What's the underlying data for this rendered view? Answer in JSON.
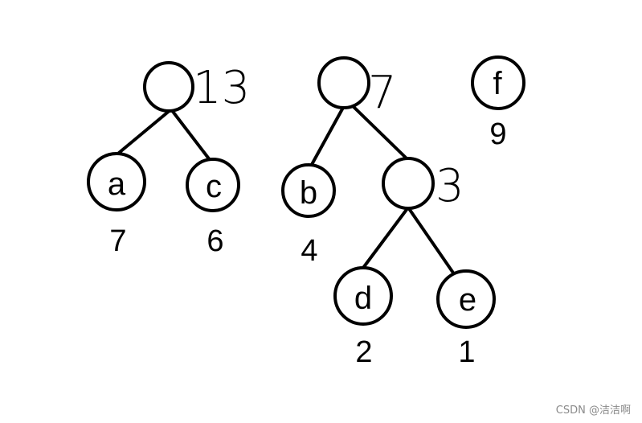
{
  "tree_13": {
    "root_weight": "13",
    "left_leaf": {
      "label": "a",
      "weight": "7"
    },
    "right_leaf": {
      "label": "c",
      "weight": "6"
    }
  },
  "tree_7": {
    "root_weight": "7",
    "left_leaf": {
      "label": "b",
      "weight": "4"
    },
    "inner_node": {
      "weight": "3",
      "left_leaf": {
        "label": "d",
        "weight": "2"
      },
      "right_leaf": {
        "label": "e",
        "weight": "1"
      }
    }
  },
  "tree_f": {
    "leaf": {
      "label": "f",
      "weight": "9"
    }
  },
  "watermark": "CSDN @洁洁啊"
}
